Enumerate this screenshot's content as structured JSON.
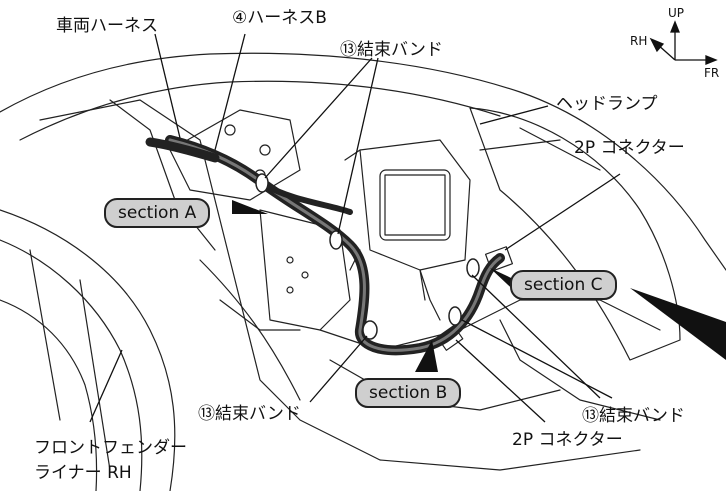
{
  "labels": {
    "vehicle_harness": "車両ハーネス",
    "harness_b": "④ハーネスB",
    "band_top": "⑬結束バンド",
    "headlamp": "ヘッドランプ",
    "connector_top": "2P コネクター",
    "band_bottom_left": "⑬結束バンド",
    "band_bottom_right": "⑬結束バンド",
    "connector_bottom": "2P コネクター",
    "liner_line1": "フロントフェンダー",
    "liner_line2": "ライナー RH"
  },
  "sections": {
    "a": "section A",
    "b": "section B",
    "c": "section C"
  },
  "direction": {
    "up": "UP",
    "rh": "RH",
    "fr": "FR"
  }
}
